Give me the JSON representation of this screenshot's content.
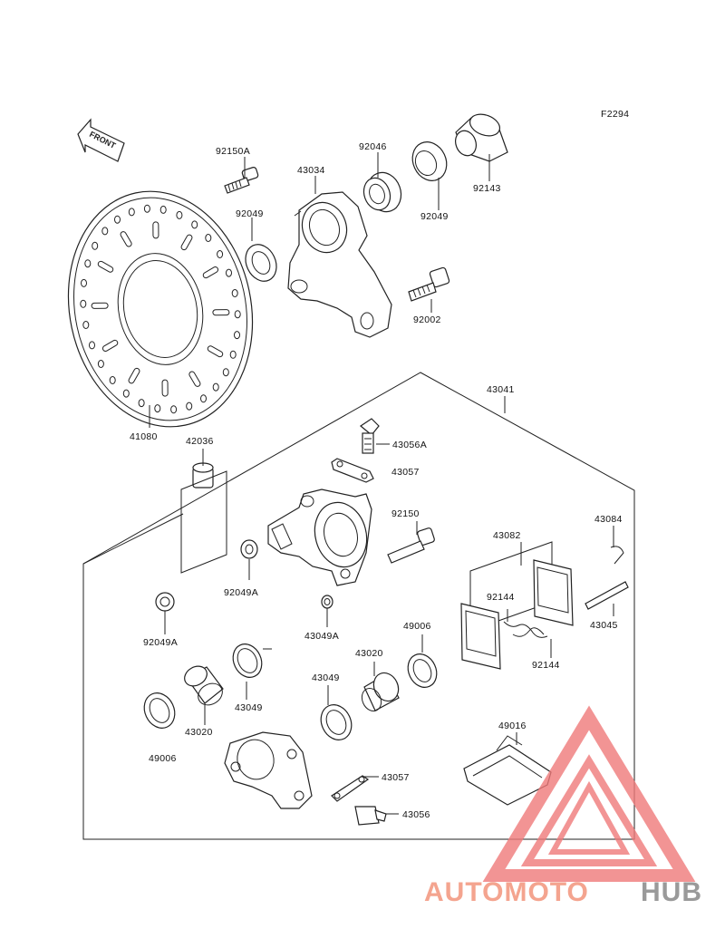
{
  "diagram_code": "F2294",
  "front_label": "FRONT",
  "parts": {
    "p92150A": "92150A",
    "p92046": "92046",
    "p43034": "43034",
    "p92143": "92143",
    "p92049_top": "92049",
    "p92049_right": "92049",
    "p92002": "92002",
    "p41080": "41080",
    "p42036": "42036",
    "p43041": "43041",
    "p43056A": "43056A",
    "p43057_top": "43057",
    "p92150": "92150",
    "p43082": "43082",
    "p43084": "43084",
    "p92049A_mid": "92049A",
    "p92144_left": "92144",
    "p43049A": "43049A",
    "p43045": "43045",
    "p92049A_left": "92049A",
    "p49006_right": "49006",
    "p92144_right": "92144",
    "p43020_right": "43020",
    "p43049_left": "43049",
    "p43049_mid": "43049",
    "p43020_left": "43020",
    "p49016": "49016",
    "p49006_left": "49006",
    "p43057_bottom": "43057",
    "p43056": "43056"
  },
  "watermark": {
    "part1": "AUTOMOTO",
    "part2": "HUB",
    "color1": "#f4a48f",
    "color2": "#9a9a9a",
    "logo_color": "#f07a7a"
  }
}
